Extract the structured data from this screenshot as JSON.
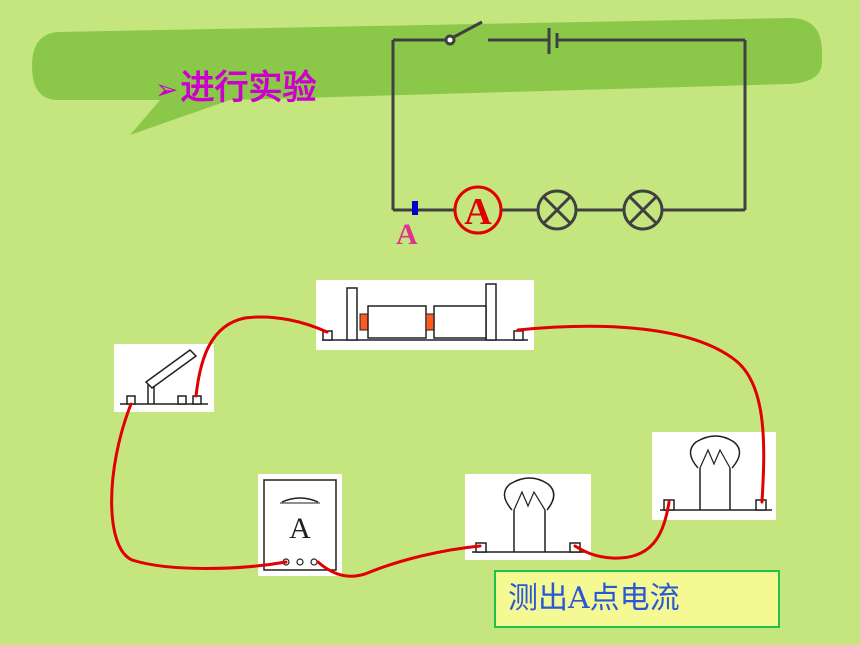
{
  "title": {
    "bullet": "➢",
    "text": "进行实验"
  },
  "schematic": {
    "point_label": "A",
    "ammeter_symbol": "A"
  },
  "apparatus": {
    "ammeter_face_label": "A"
  },
  "caption": "测出A点电流",
  "colors": {
    "background": "#c5e67e",
    "banner": "#8bc84a",
    "wire_red": "#e00000",
    "schematic_line": "#404040",
    "title_magenta": "#cc00cc",
    "caption_text": "#2a56d8",
    "caption_fill": "#f4f994",
    "caption_border": "#22c04a"
  }
}
